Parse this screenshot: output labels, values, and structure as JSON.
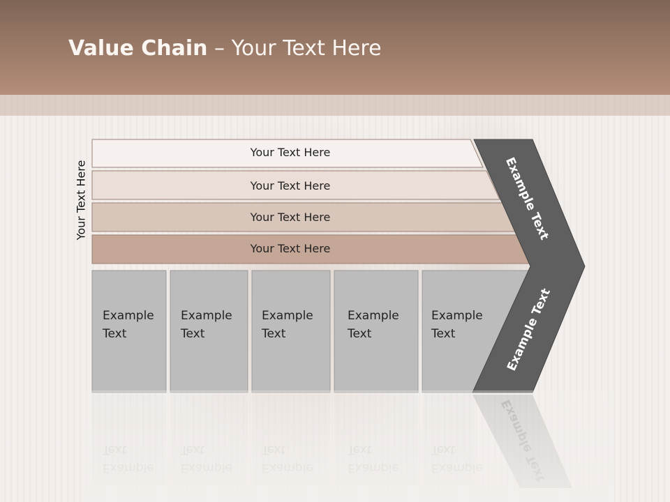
{
  "title": {
    "bold": "Value Chain",
    "rest": " – Your Text Here"
  },
  "vertical_label": "Your Text Here",
  "rows": [
    {
      "label": "Your Text Here",
      "color": "#f6f1ee"
    },
    {
      "label": "Your Text Here",
      "color": "#eaded7"
    },
    {
      "label": "Your Text Here",
      "color": "#d9c6ba"
    },
    {
      "label": "Your Text Here",
      "color": "#c4a796"
    }
  ],
  "boxes": [
    {
      "label": "Example\nText"
    },
    {
      "label": "Example\nText"
    },
    {
      "label": "Example\nText"
    },
    {
      "label": "Example\nText"
    },
    {
      "label": "Example\nText"
    }
  ],
  "chevron": {
    "upper_label": "Example Text",
    "lower_label": "Example Text",
    "color": "#5f5f5f"
  },
  "box_color": "#bcbcbc"
}
